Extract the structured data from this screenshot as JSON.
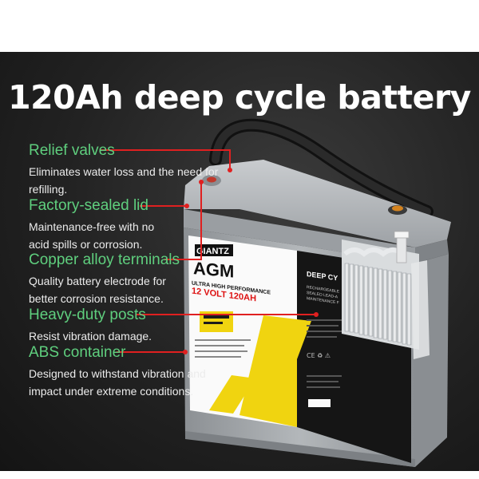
{
  "title": "120Ah deep cycle battery",
  "features": [
    {
      "title": "Relief valves",
      "description": "Eliminates water loss and the need for refilling."
    },
    {
      "title": "Factory-sealed lid",
      "description": "Maintenance-free with no acid spills or corrosion."
    },
    {
      "title": "Copper alloy terminals",
      "description": "Quality battery electrode for better corrosion resistance."
    },
    {
      "title": "Heavy-duty posts",
      "description": "Resist vibration damage."
    },
    {
      "title": "ABS container",
      "description": "Designed to withstand vibration and impact under extreme conditions."
    }
  ],
  "battery_label": {
    "brand": "GIANTZ",
    "type": "AGM",
    "subtitle": "ULTRA HIGH PERFORMANCE",
    "rating": "12 VOLT 120AH",
    "side_title": "DEEP CY",
    "side_small": [
      "RECHARGEABLE",
      "SEALED LEAD-A",
      "MAINTENANCE F"
    ],
    "certification": "CE ♻ ⚠"
  },
  "colors": {
    "background": "#262626",
    "heading_green": "#5fcf7e",
    "callout_red": "#e02020",
    "label_yellow": "#f0d410",
    "battery_grey": "#a9adb0"
  }
}
